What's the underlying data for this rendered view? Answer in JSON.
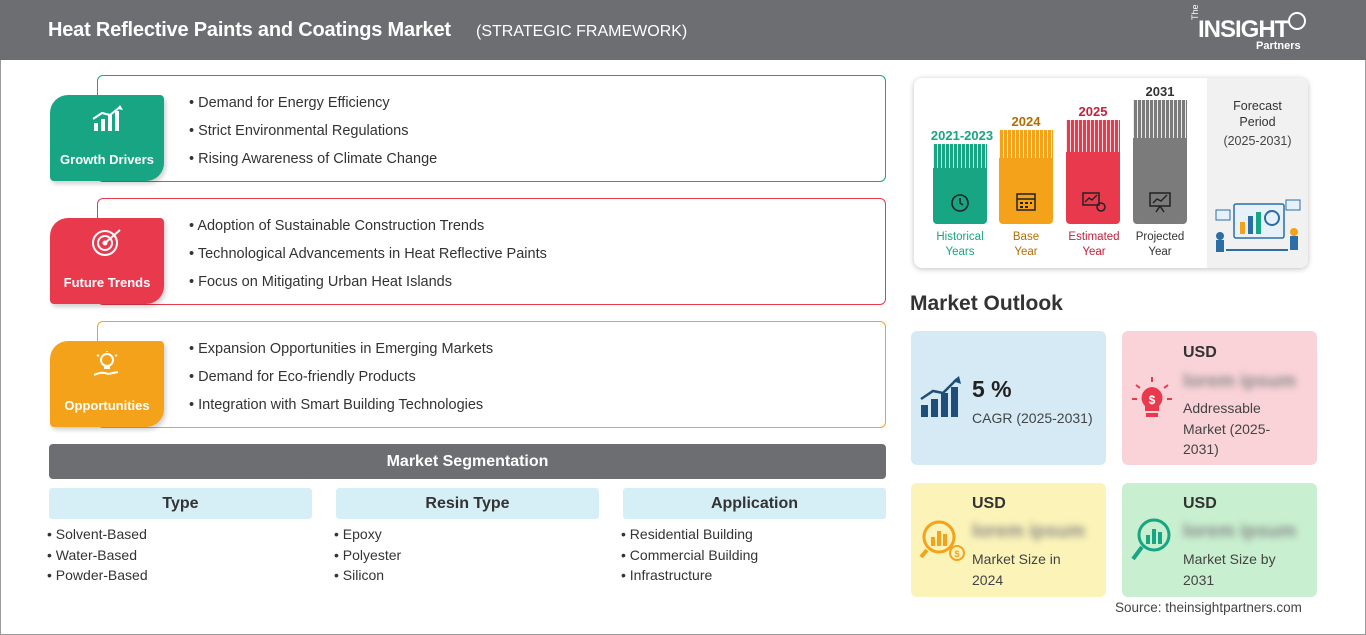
{
  "header": {
    "title": "Heat Reflective Paints and Coatings Market",
    "subtitle": "(STRATEGIC FRAMEWORK)",
    "logo": {
      "the": "The",
      "main": "INSIGHT",
      "partners": "Partners"
    }
  },
  "categories": [
    {
      "label": "Growth Drivers",
      "color": "#17a583",
      "icon": "growth-chart-icon",
      "items": [
        "Demand for Energy Efficiency",
        "Strict Environmental Regulations",
        "Rising Awareness of Climate Change"
      ]
    },
    {
      "label": "Future Trends",
      "color": "#e8394d",
      "icon": "target-icon",
      "items": [
        "Adoption of Sustainable Construction Trends",
        "Technological Advancements in Heat Reflective Paints",
        "Focus on Mitigating Urban Heat Islands"
      ]
    },
    {
      "label": "Opportunities",
      "color": "#f5a21b",
      "icon": "lightbulb-hand-icon",
      "items": [
        "Expansion Opportunities in Emerging Markets",
        "Demand for Eco-friendly Products",
        "Integration with Smart Building Technologies"
      ]
    }
  ],
  "segmentation": {
    "title": "Market Segmentation",
    "columns": [
      {
        "header": "Type",
        "items": [
          "Solvent-Based",
          "Water-Based",
          "Powder-Based"
        ]
      },
      {
        "header": "Resin Type",
        "items": [
          "Epoxy",
          "Polyester",
          "Silicon"
        ]
      },
      {
        "header": "Application",
        "items": [
          "Residential Building",
          "Commercial Building",
          "Infrastructure"
        ]
      }
    ]
  },
  "timeline": {
    "bars": [
      {
        "year": "2021-2023",
        "caption1": "Historical",
        "caption2": "Years",
        "color": "#17a583",
        "icon": "history-icon"
      },
      {
        "year": "2024",
        "caption1": "Base",
        "caption2": "Year",
        "color": "#f5a21b",
        "icon": "calendar-icon"
      },
      {
        "year": "2025",
        "caption1": "Estimated",
        "caption2": "Year",
        "color": "#e8394d",
        "icon": "estimate-chart-icon"
      },
      {
        "year": "2031",
        "caption1": "Projected",
        "caption2": "Year",
        "color": "#7b7b7b",
        "icon": "projection-board-icon"
      }
    ],
    "forecast": {
      "line1": "Forecast",
      "line2": "Period",
      "line3": "(2025-2031)"
    }
  },
  "outlook": {
    "title": "Market Outlook",
    "cagr": {
      "value": "5 %",
      "label": "CAGR (2025-2031)",
      "bg": "#d6eaf6"
    },
    "addressable": {
      "currency": "USD",
      "value": "lorem ipsum",
      "label_lines": [
        "Addressable",
        "Market (2025-",
        "2031)"
      ],
      "bg": "#f9d3d8"
    },
    "size2024": {
      "currency": "USD",
      "value": "lorem ipsum",
      "label_lines": [
        "Market Size in",
        "2024"
      ],
      "bg": "#fbf3b8"
    },
    "size2031": {
      "currency": "USD",
      "value": "lorem ipsum",
      "label_lines": [
        "Market Size by",
        "2031"
      ],
      "bg": "#c8efcf"
    }
  },
  "source": "Source: theinsightpartners.com"
}
